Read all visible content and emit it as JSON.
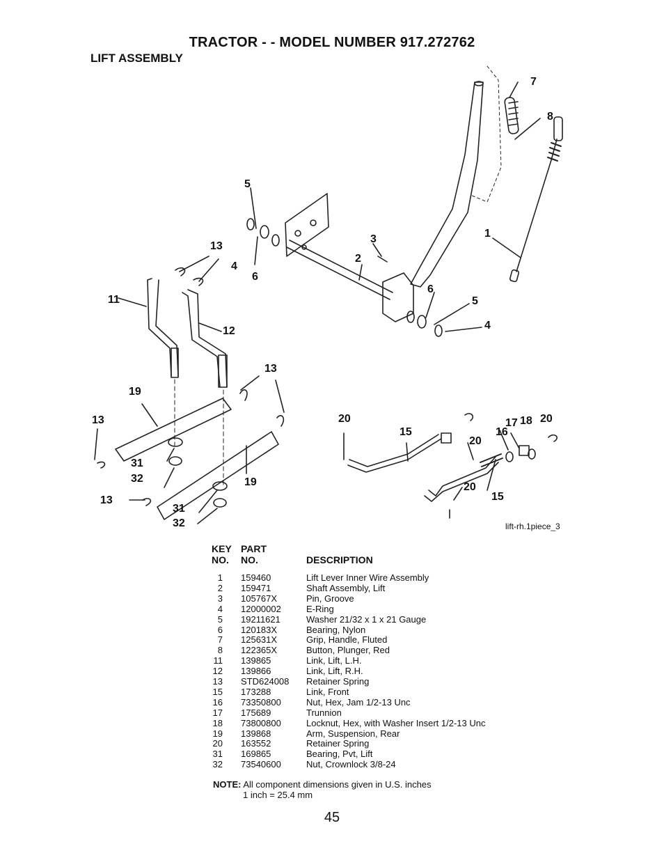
{
  "header": {
    "title": "TRACTOR - - MODEL NUMBER 917.272762",
    "subtitle": "LIFT ASSEMBLY"
  },
  "diagram": {
    "ref_code": "lift-rh.1piece_3",
    "callouts": [
      "1",
      "2",
      "3",
      "4",
      "5",
      "6",
      "7",
      "8",
      "11",
      "12",
      "13",
      "15",
      "16",
      "17",
      "18",
      "19",
      "20",
      "31",
      "32"
    ]
  },
  "table": {
    "col_key_line1": "KEY",
    "col_key_line2": "NO.",
    "col_part_line1": "PART",
    "col_part_line2": "NO.",
    "col_desc": "DESCRIPTION",
    "rows": [
      {
        "key": "1",
        "part": "159460",
        "desc": "Lift Lever Inner Wire Assembly"
      },
      {
        "key": "2",
        "part": "159471",
        "desc": "Shaft Assembly, Lift"
      },
      {
        "key": "3",
        "part": "105767X",
        "desc": "Pin, Groove"
      },
      {
        "key": "4",
        "part": "12000002",
        "desc": "E-Ring"
      },
      {
        "key": "5",
        "part": "19211621",
        "desc": "Washer 21/32 x 1 x 21 Gauge"
      },
      {
        "key": "6",
        "part": "120183X",
        "desc": "Bearing, Nylon"
      },
      {
        "key": "7",
        "part": "125631X",
        "desc": "Grip, Handle, Fluted"
      },
      {
        "key": "8",
        "part": "122365X",
        "desc": "Button, Plunger, Red"
      },
      {
        "key": "11",
        "part": "139865",
        "desc": "Link, Lift, L.H."
      },
      {
        "key": "12",
        "part": "139866",
        "desc": "Link, Lift, R.H."
      },
      {
        "key": "13",
        "part": "STD624008",
        "desc": "Retainer Spring"
      },
      {
        "key": "15",
        "part": "173288",
        "desc": "Link, Front"
      },
      {
        "key": "16",
        "part": "73350800",
        "desc": "Nut, Hex, Jam  1/2-13 Unc"
      },
      {
        "key": "17",
        "part": "175689",
        "desc": "Trunnion"
      },
      {
        "key": "18",
        "part": "73800800",
        "desc": "Locknut, Hex, with Washer Insert  1/2-13 Unc"
      },
      {
        "key": "19",
        "part": "139868",
        "desc": "Arm, Suspension, Rear"
      },
      {
        "key": "20",
        "part": "163552",
        "desc": "Retainer Spring"
      },
      {
        "key": "31",
        "part": "169865",
        "desc": "Bearing, Pvt, Lift"
      },
      {
        "key": "32",
        "part": "73540600",
        "desc": "Nut, Crownlock  3/8-24"
      }
    ]
  },
  "note": {
    "label": "NOTE:",
    "text": " All component dimensions given in U.S. inches",
    "conversion": "1 inch = 25.4 mm"
  },
  "page_number": "45"
}
